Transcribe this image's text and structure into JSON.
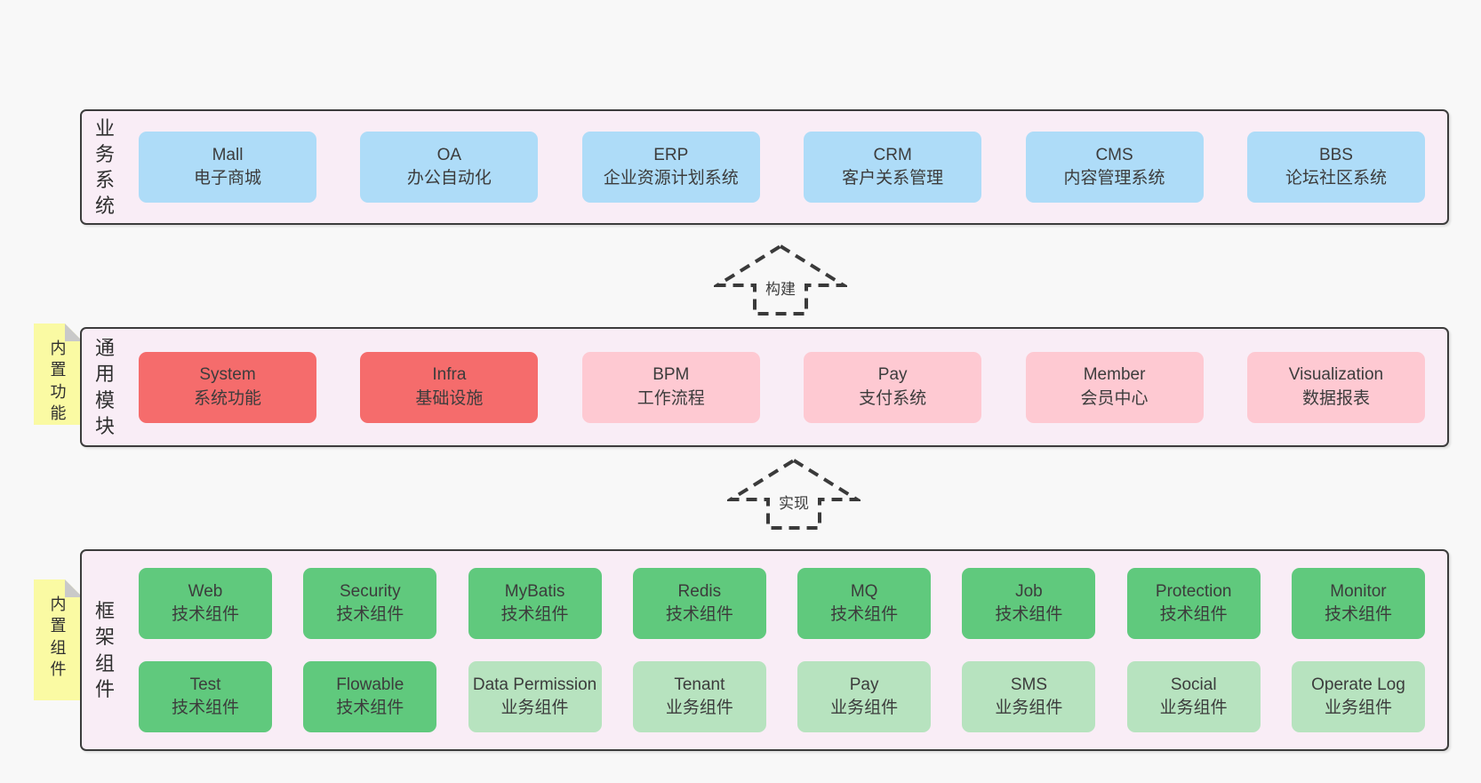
{
  "diagram": {
    "title_hint": "ruoyi-vue-pro style layered architecture diagram",
    "arrows": [
      {
        "label": "构建"
      },
      {
        "label": "实现"
      }
    ],
    "bands": [
      {
        "label": "业务系统",
        "rows": [
          [
            {
              "en": "Mall",
              "cn": "电子商城",
              "color": "blue"
            },
            {
              "en": "OA",
              "cn": "办公自动化",
              "color": "blue"
            },
            {
              "en": "ERP",
              "cn": "企业资源计划系统",
              "color": "blue"
            },
            {
              "en": "CRM",
              "cn": "客户关系管理",
              "color": "blue"
            },
            {
              "en": "CMS",
              "cn": "内容管理系统",
              "color": "blue"
            },
            {
              "en": "BBS",
              "cn": "论坛社区系统",
              "color": "blue"
            }
          ]
        ]
      },
      {
        "label": "通用模块",
        "sticky": "内置功能",
        "rows": [
          [
            {
              "en": "System",
              "cn": "系统功能",
              "color": "red"
            },
            {
              "en": "Infra",
              "cn": "基础设施",
              "color": "red"
            },
            {
              "en": "BPM",
              "cn": "工作流程",
              "color": "pink"
            },
            {
              "en": "Pay",
              "cn": "支付系统",
              "color": "pink"
            },
            {
              "en": "Member",
              "cn": "会员中心",
              "color": "pink"
            },
            {
              "en": "Visualization",
              "cn": "数据报表",
              "color": "pink"
            }
          ]
        ]
      },
      {
        "label": "框架组件",
        "sticky": "内置组件",
        "rows": [
          [
            {
              "en": "Web",
              "cn": "技术组件",
              "color": "green"
            },
            {
              "en": "Security",
              "cn": "技术组件",
              "color": "green"
            },
            {
              "en": "MyBatis",
              "cn": "技术组件",
              "color": "green"
            },
            {
              "en": "Redis",
              "cn": "技术组件",
              "color": "green"
            },
            {
              "en": "MQ",
              "cn": "技术组件",
              "color": "green"
            },
            {
              "en": "Job",
              "cn": "技术组件",
              "color": "green"
            },
            {
              "en": "Protection",
              "cn": "技术组件",
              "color": "green"
            },
            {
              "en": "Monitor",
              "cn": "技术组件",
              "color": "green"
            }
          ],
          [
            {
              "en": "Test",
              "cn": "技术组件",
              "color": "green"
            },
            {
              "en": "Flowable",
              "cn": "技术组件",
              "color": "green"
            },
            {
              "en": "Data Permission",
              "cn": "业务组件",
              "color": "light_green"
            },
            {
              "en": "Tenant",
              "cn": "业务组件",
              "color": "light_green"
            },
            {
              "en": "Pay",
              "cn": "业务组件",
              "color": "light_green"
            },
            {
              "en": "SMS",
              "cn": "业务组件",
              "color": "light_green"
            },
            {
              "en": "Social",
              "cn": "业务组件",
              "color": "light_green"
            },
            {
              "en": "Operate Log",
              "cn": "业务组件",
              "color": "light_green"
            }
          ]
        ]
      }
    ],
    "colors": {
      "pageBg": "#f8f8f8",
      "bandBg": "#f9edf6",
      "border": "#3c3c3c",
      "blue": "#aedcf8",
      "red": "#f56c6c",
      "pink": "#fec9d2",
      "green": "#60c97d",
      "lightGreen": "#b7e3bf",
      "sticky": "#fafaa3",
      "fold": "#c9c9c9"
    }
  }
}
